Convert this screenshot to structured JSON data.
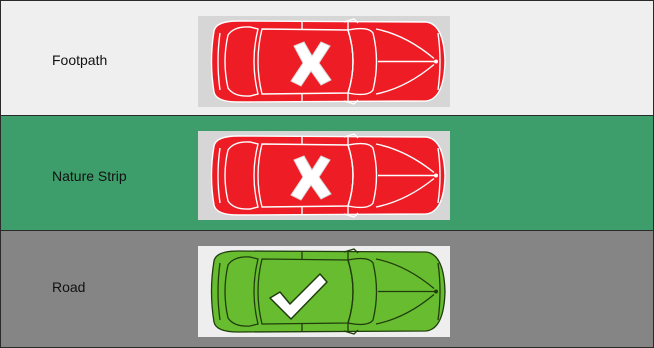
{
  "colors": {
    "footpath_band": "#efefef",
    "nature_band": "#3d9e6c",
    "road_band": "#858585",
    "car_not_allowed": "#ee1c25",
    "car_allowed": "#68bc30",
    "car_not_allowed_outline": "#ffffff",
    "car_allowed_outline": "#1f3d0c"
  },
  "rows": [
    {
      "label": "Footpath",
      "mark": "cross-icon",
      "status": "not-allowed"
    },
    {
      "label": "Nature Strip",
      "mark": "cross-icon",
      "status": "not-allowed"
    },
    {
      "label": "Road",
      "mark": "check-icon",
      "status": "allowed"
    }
  ]
}
